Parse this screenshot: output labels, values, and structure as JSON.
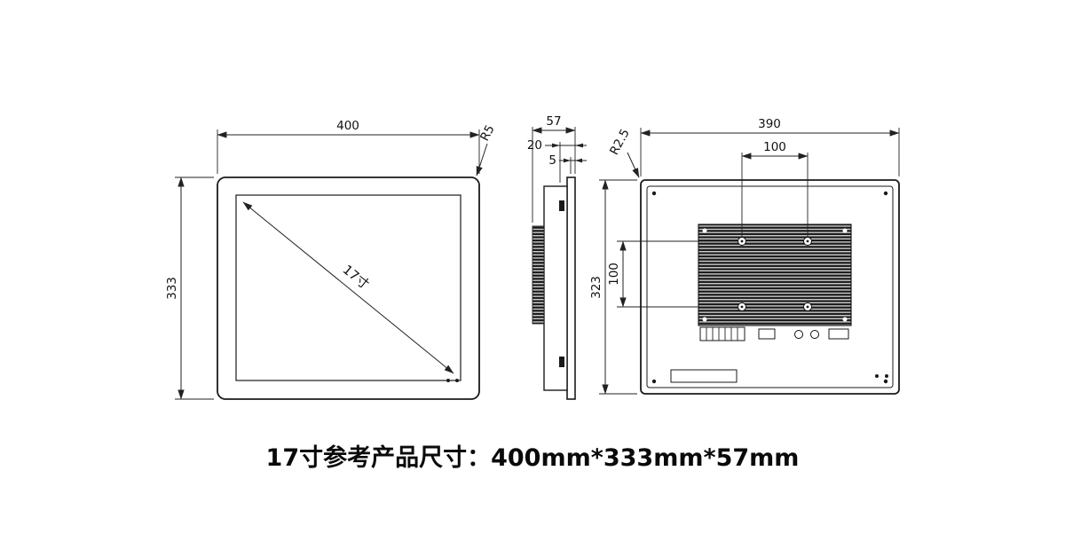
{
  "caption": "17寸参考产品尺寸：400mm*333mm*57mm",
  "front_view": {
    "width_dim": "400",
    "height_dim": "333",
    "corner_radius": "R5",
    "diagonal_size": "17寸"
  },
  "side_view": {
    "depth_dim": "57",
    "front_section_dim": "20",
    "bezel_dim": "5"
  },
  "rear_view": {
    "width_dim": "390",
    "height_dim": "323",
    "corner_radius": "R2.5",
    "vesa_horizontal_dim": "100",
    "vesa_vertical_dim": "100"
  }
}
